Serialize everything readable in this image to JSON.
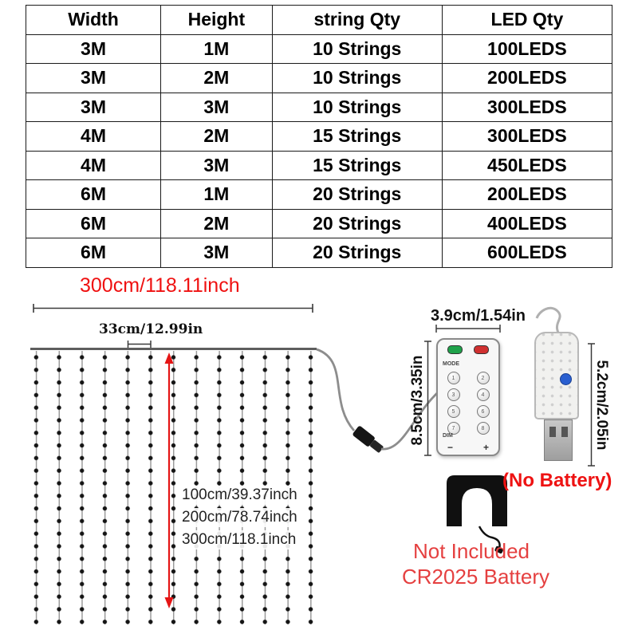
{
  "table": {
    "headers": [
      "Width",
      "Height",
      "string Qty",
      "LED Qty"
    ],
    "rows": [
      [
        "3M",
        "1M",
        "10 Strings",
        "100LEDS"
      ],
      [
        "3M",
        "2M",
        "10 Strings",
        "200LEDS"
      ],
      [
        "3M",
        "3M",
        "10 Strings",
        "300LEDS"
      ],
      [
        "4M",
        "2M",
        "15 Strings",
        "300LEDS"
      ],
      [
        "4M",
        "3M",
        "15 Strings",
        "450LEDS"
      ],
      [
        "6M",
        "1M",
        "20 Strings",
        "200LEDS"
      ],
      [
        "6M",
        "2M",
        "20 Strings",
        "400LEDS"
      ],
      [
        "6M",
        "3M",
        "20 Strings",
        "600LEDS"
      ]
    ]
  },
  "diagram": {
    "curtain_width_label": "300cm/118.11inch",
    "string_spacing_label": "33cm/12.99in",
    "height_labels": [
      "100cm/39.37inch",
      "200cm/78.74inch",
      "300cm/118.1inch"
    ],
    "remote_width_label": "3.9cm/1.54in",
    "remote_height_label": "8.5cm/3.35in",
    "usb_height_label": "5.2cm/2.05in",
    "no_battery_label": "(No Battery)",
    "battery_note_line1": "Not Included",
    "battery_note_line2": "CR2025 Battery"
  },
  "remote": {
    "mode_label": "MODE",
    "dim_label": "DIM",
    "minus_label": "−",
    "plus_label": "+",
    "buttons": [
      "1",
      "2",
      "3",
      "4",
      "5",
      "6",
      "7",
      "8"
    ]
  },
  "colors": {
    "accent_red": "#ee1212",
    "note_red": "#e54040",
    "led_dot": "#141414",
    "remote_green": "#1fa24a",
    "remote_red": "#d03030",
    "usb_button_blue": "#2a5fd0"
  }
}
